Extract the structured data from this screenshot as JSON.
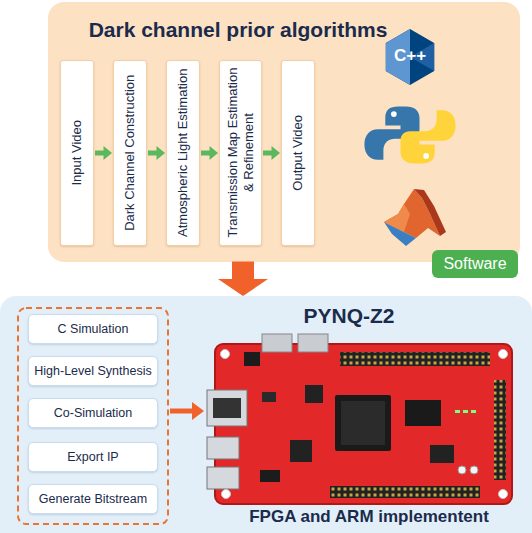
{
  "diagram": {
    "nodes": [
      {
        "text": [
          "Dark channel prior algorithms"
        ]
      },
      {
        "text": [
          "Input Video"
        ],
        "in": 0
      },
      {
        "text": [
          "Dark Channel Construction"
        ],
        "in": 0
      },
      {
        "text": [
          "Atmospheric Light Estimation"
        ],
        "in": 0
      },
      {
        "text": [
          "Transmission Map Estimation & Refinement"
        ],
        "in": 0
      },
      {
        "text": [
          "Output Video"
        ],
        "in": 0
      },
      {
        "text": [
          "Software"
        ]
      },
      {
        "text": [
          "PYNQ-Z2",
          "FPGA and ARM implementent"
        ]
      },
      {
        "text": [
          "C Simulation"
        ],
        "in": 7
      },
      {
        "text": [
          "High-Level Synthesis"
        ],
        "in": 7
      },
      {
        "text": [
          "Co-Simulation"
        ],
        "in": 7
      },
      {
        "text": [
          "Export IP"
        ],
        "in": 7
      },
      {
        "text": [
          "Generate Bitstream"
        ],
        "in": 7
      }
    ],
    "edges": [
      {
        "from": 1,
        "to": 2,
        "arrow": "to"
      },
      {
        "from": 2,
        "to": 3,
        "arrow": "to"
      },
      {
        "from": 3,
        "to": 4,
        "arrow": "to"
      },
      {
        "from": 4,
        "to": 5,
        "arrow": "to"
      },
      {
        "from": 0,
        "to": 7,
        "arrow": "to"
      }
    ],
    "labels": [
      "C++"
    ]
  }
}
